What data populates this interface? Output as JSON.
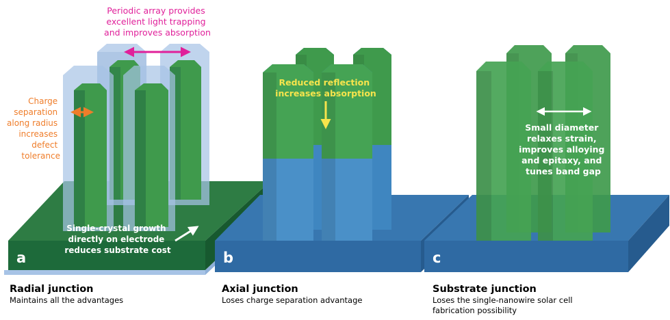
{
  "colors": {
    "green": "#3f9a4c",
    "blue": "#3f86c0",
    "shell": "#a7c3e6",
    "magenta": "#e0209a",
    "orange": "#ef7d2a",
    "yellow": "#f6e44c",
    "white": "#ffffff"
  },
  "panel_a": {
    "letter": "a",
    "top_note": [
      "Periodic array provides",
      "excellent light trapping",
      "and improves absorption"
    ],
    "side_note": [
      "Charge",
      "separation",
      "along radius",
      "increases",
      "defect",
      "tolerance"
    ],
    "bottom_note": [
      "Single-crystal growth",
      "directly on electrode",
      "reduces substrate cost"
    ],
    "title": "Radial junction",
    "subtitle": "Maintains all the advantages"
  },
  "panel_b": {
    "letter": "b",
    "note": [
      "Reduced reflection",
      "increases absorption"
    ],
    "title": "Axial junction",
    "subtitle": "Loses charge separation advantage"
  },
  "panel_c": {
    "letter": "c",
    "note": [
      "Small diameter",
      "relaxes strain,",
      "improves alloying",
      "and epitaxy, and",
      "tunes band gap"
    ],
    "title": "Substrate junction",
    "subtitle_lines": [
      "Loses the single-nanowire solar cell",
      "fabrication possibility"
    ]
  }
}
